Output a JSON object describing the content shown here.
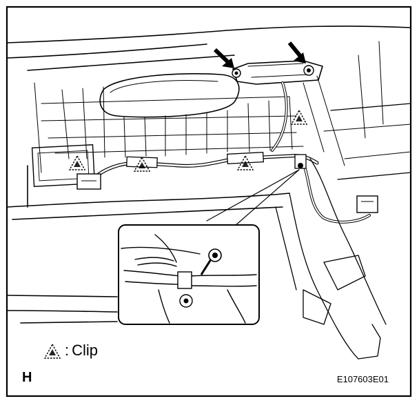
{
  "legend": {
    "symbol_name": "clip-symbol-icon",
    "separator": ":",
    "label": "Clip"
  },
  "corner_letter": "H",
  "figure_code": "E107603E01",
  "colors": {
    "ink": "#000000",
    "background": "#ffffff"
  }
}
